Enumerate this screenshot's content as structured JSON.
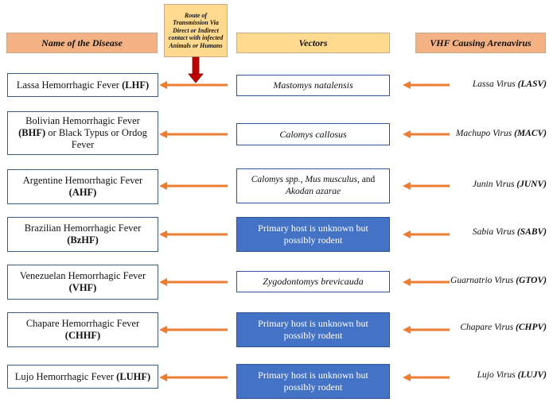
{
  "headers": {
    "disease": "Name of the Disease",
    "vectors": "Vectors",
    "virus": "VHF Causing Arenavirus"
  },
  "route_note": "Route of Transmission Via Direct or Indirect contact with infected Animals or Humans",
  "rows": [
    {
      "disease_name": "Lassa Hemorrhagic Fever",
      "disease_abbr": "(LHF)",
      "vector": "Mastomys natalensis",
      "vector_unknown": false,
      "virus_name": "Lassa Virus",
      "virus_abbr": "(LASV)"
    },
    {
      "disease_name": "Bolivian Hemorrhagic Fever",
      "disease_abbr": "(BHF)",
      "disease_extra": "or Black Typus or Ordog Fever",
      "vector": "Calomys callosus",
      "vector_unknown": false,
      "virus_name": "Machupo Virus",
      "virus_abbr": "(MACV)"
    },
    {
      "disease_name": "Argentine Hemorrhagic Fever",
      "disease_abbr": "(AHF)",
      "vector_a": "Calomys spp.",
      "vector_b": "Mus musculus",
      "vector_c": "Akodan azarae",
      "vector_unknown": false,
      "virus_name": "Junin Virus",
      "virus_abbr": "(JUNV)"
    },
    {
      "disease_name": "Brazilian Hemorrhagic Fever",
      "disease_abbr": "(BzHF)",
      "vector": "Primary host is unknown but possibly rodent",
      "vector_unknown": true,
      "virus_name": "Sabia Virus",
      "virus_abbr": "(SABV)"
    },
    {
      "disease_name": "Venezuelan Hemorrhagic Fever",
      "disease_abbr": "(VHF)",
      "vector": "Zygodontomys brevicauda",
      "vector_unknown": false,
      "virus_name": "Guarnatrio Virus",
      "virus_abbr": "(GTOV)"
    },
    {
      "disease_name": "Chapare Hemorrhagic Fever",
      "disease_abbr": "(CHHF)",
      "vector": "Primary host is unknown but possibly rodent",
      "vector_unknown": true,
      "virus_name": "Chapare Virus",
      "virus_abbr": "(CHPV)"
    },
    {
      "disease_name": "Lujo Hemorrhagic Fever",
      "disease_abbr": "(LUHF)",
      "vector": "Primary host is unknown but possibly rodent",
      "vector_unknown": true,
      "virus_name": "Lujo Virus",
      "virus_abbr": "(LUJV)"
    }
  ],
  "colors": {
    "arrow": "#ed7d31",
    "route_arrow": "#c00000",
    "header_orange": "#f4b183",
    "header_yellow": "#ffd98e",
    "unknown_vector_fill": "#4472c4"
  }
}
